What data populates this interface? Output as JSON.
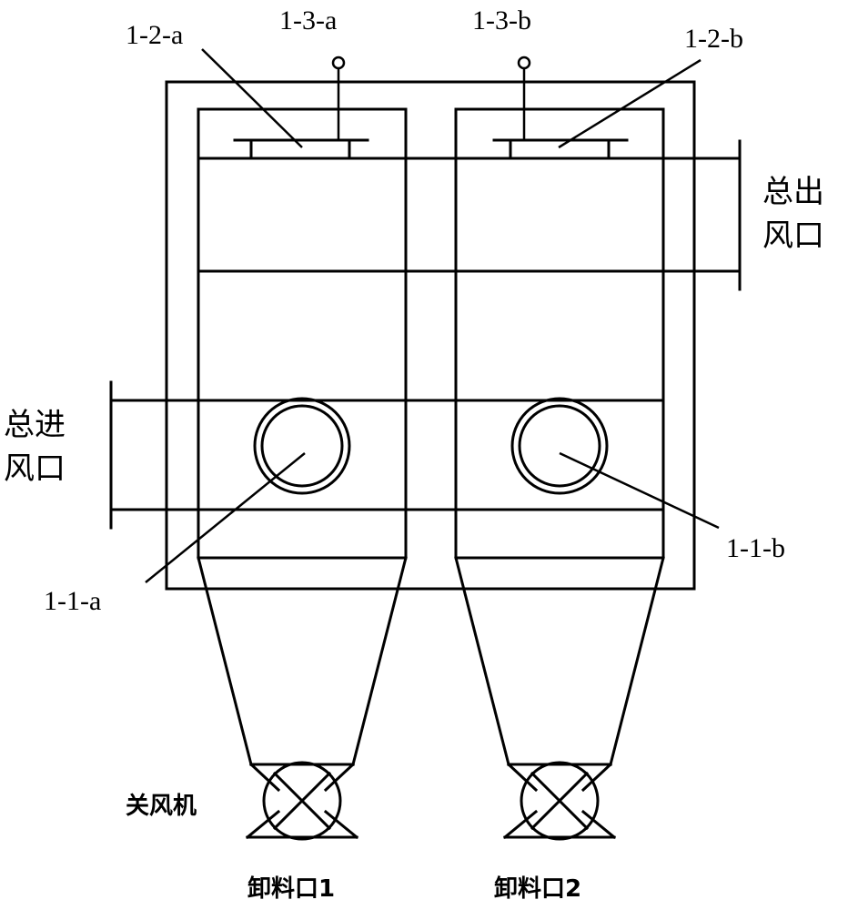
{
  "labels": {
    "filter_bag_a": "1-2-a",
    "valve_a": "1-3-a",
    "valve_b": "1-3-b",
    "filter_bag_b": "1-2-b",
    "inlet_a": "1-1-a",
    "inlet_b": "1-1-b",
    "main_outlet_line1": "总出",
    "main_outlet_line2": "风口",
    "main_inlet_line1": "总进",
    "main_inlet_line2": "风口",
    "airlock": "关风机",
    "discharge_1": "卸料口1",
    "discharge_2": "卸料口2"
  }
}
